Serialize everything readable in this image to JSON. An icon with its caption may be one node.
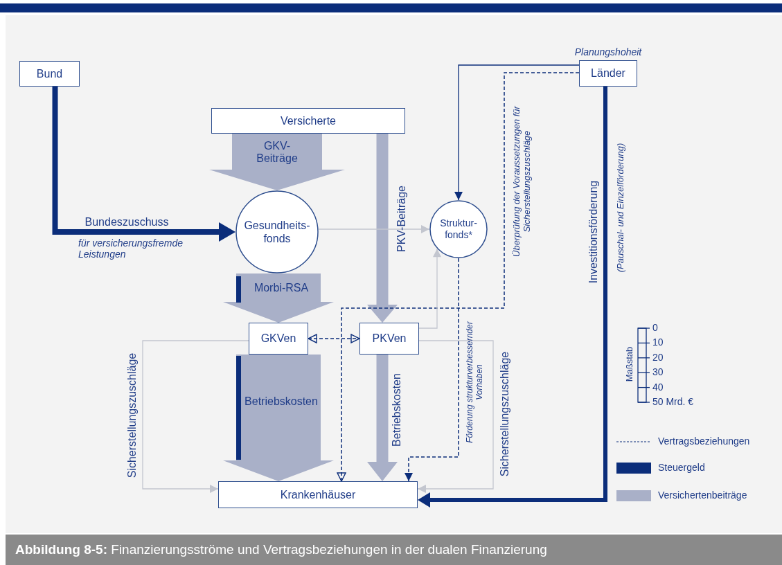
{
  "diagram": {
    "caption": "**Abbildung 8-5:** Finanzierungsströme und Vertragsbeziehungen in der dualen Finanzierung",
    "nodes": [
      {
        "text": [
          "Bund"
        ]
      },
      {
        "text": [
          "Versicherte"
        ]
      },
      {
        "text": [
          "Gesundheits- fonds"
        ]
      },
      {
        "text": [
          "Struktur- fonds*"
        ]
      },
      {
        "text": [
          "Länder"
        ],
        "beside": [
          "Planungshoheit"
        ]
      },
      {
        "text": [
          "GKVen"
        ]
      },
      {
        "text": [
          "PKVen"
        ]
      },
      {
        "text": [
          "Krankenhäuser"
        ]
      }
    ],
    "edges": [
      {
        "from": 0,
        "to": 2,
        "arrow": "to",
        "label": "Bundeszuschuss",
        "style": "thick"
      },
      {
        "from": 1,
        "to": 2,
        "arrow": "to",
        "label": "GKV- Beiträge",
        "style": "thick",
        "color": "#a9b0c8"
      },
      {
        "from": 1,
        "to": 6,
        "arrow": "to",
        "label": "PKV-Beiträge",
        "style": "thick",
        "color": "#a9b0c8"
      },
      {
        "from": 2,
        "to": 3,
        "arrow": "to",
        "color": "#c3c6cf"
      },
      {
        "from": 2,
        "to": 5,
        "arrow": "to",
        "label": "Morbi-RSA",
        "style": "thick",
        "color": "#a9b0c8"
      },
      {
        "from": 4,
        "to": 3,
        "arrow": "to"
      },
      {
        "from": 4,
        "to": 7,
        "arrow": "to",
        "label": "Überprüfung der Voraussetzungen für Sicherstellungszuschläge",
        "style": "dashed"
      },
      {
        "from": 5,
        "to": 6,
        "arrow": "both",
        "style": "dashed"
      },
      {
        "from": 6,
        "to": 3,
        "arrow": "to",
        "color": "#c3c6cf"
      },
      {
        "from": 3,
        "to": 7,
        "arrow": "to",
        "label": "Förderung strukturverbessernder Vorhaben",
        "style": "dashed"
      },
      {
        "from": 5,
        "to": 7,
        "arrow": "to",
        "label": "Betriebskosten",
        "style": "thick",
        "color": "#a9b0c8"
      },
      {
        "from": 6,
        "to": 7,
        "arrow": "to",
        "label": "Betriebskosten",
        "style": "thick",
        "color": "#a9b0c8"
      },
      {
        "from": 5,
        "to": 7,
        "arrow": "to",
        "label": "Sicherstellungszuschläge",
        "color": "#c3c6cf"
      },
      {
        "from": 6,
        "to": 7,
        "arrow": "to",
        "label": "Sicherstellungszuschläge",
        "color": "#c3c6cf"
      },
      {
        "from": 4,
        "to": 7,
        "arrow": "to",
        "label": "Investitionsförderung",
        "style": "thick"
      }
    ],
    "labels": [
      "für versicherungsfremde Leistungen",
      "(Pauschal- und Einzelförderung)",
      "Maßstab",
      "0",
      "10",
      "20",
      "30",
      "40",
      "50 Mrd. €"
    ],
    "legend": [
      {
        "text": "Vertragsbeziehungen"
      },
      {
        "text": "Steuergeld",
        "color": "#0b2d7a"
      },
      {
        "text": "Versichertenbeiträge",
        "color": "#a9b0c8"
      }
    ]
  }
}
